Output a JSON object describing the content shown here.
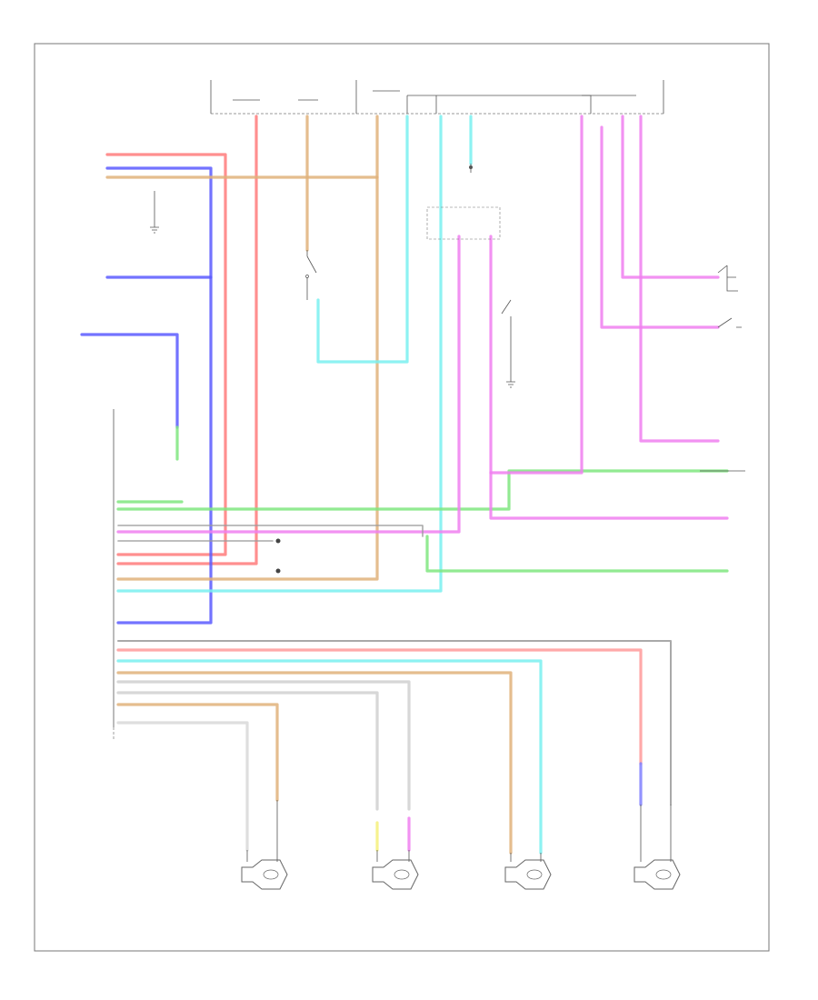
{
  "header": {
    "code_left": "",
    "code_mid": "",
    "code_right": ""
  },
  "footer": {
    "ref": ""
  },
  "colors": {
    "red": "#ff7b7b",
    "blue": "#5b5bff",
    "cyan": "#79f0f0",
    "tan": "#e0b27a",
    "green": "#7fe67f",
    "pink": "#f07ff0",
    "gray": "#9a9a9a",
    "light_gray": "#d0d0d0",
    "yellow": "#f5f07a"
  },
  "icons": [
    "ground-icon",
    "switch-icon",
    "speaker-icon",
    "splice-icon"
  ],
  "speakers": [
    {
      "id": "speaker-right-rear"
    },
    {
      "id": "speaker-right-front"
    },
    {
      "id": "speaker-left-front"
    },
    {
      "id": "speaker-left-rear"
    }
  ]
}
